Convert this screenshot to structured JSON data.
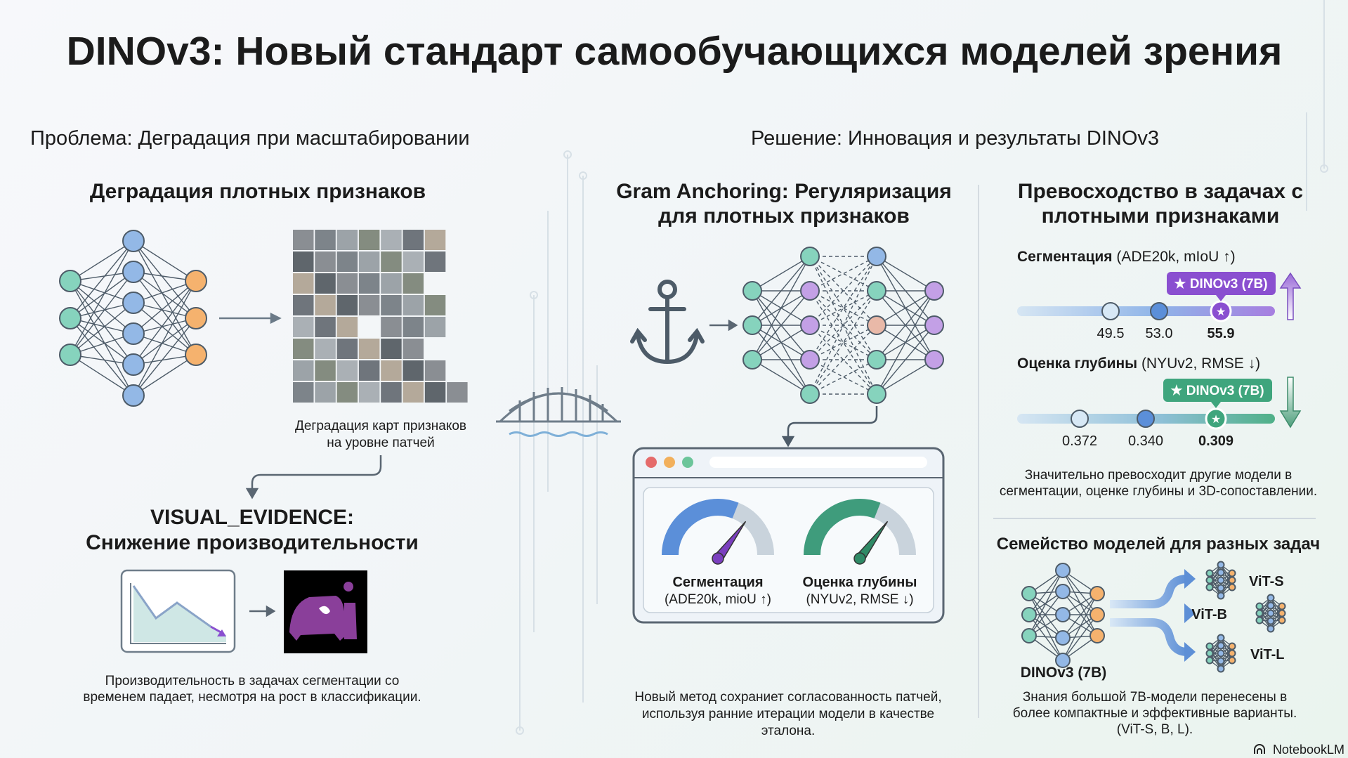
{
  "title": "DINOv3: Новый стандарт самообучающихся моделей зрения",
  "left": {
    "heading": "Проблема: Деградация при масштабировании",
    "section_title": "Деградация плотных признаков",
    "image_caption": [
      "Деградация карт признаков",
      "на уровне патчей"
    ],
    "evidence_title": [
      "VISUAL_EVIDENCE:",
      "Снижение производительности"
    ],
    "evidence_caption": [
      "Производительность в задачах сегментации со",
      "временем падает, несмотря на рост в классификации."
    ]
  },
  "right_heading": "Решение: Инновация и результаты DINOv3",
  "middle": {
    "title": [
      "Gram Anchoring: Регуляризация",
      "для плотных признаков"
    ],
    "gauges": [
      {
        "label": "Сегментация",
        "sub": "(ADE20k, mioU ↑)",
        "color": "#5b8fd9",
        "needle": "#7b3fbf"
      },
      {
        "label": "Оценка глубины",
        "sub": "(NYUv2, RMSE ↓)",
        "color": "#3f9c7c",
        "needle": "#2f8a66"
      }
    ],
    "caption": [
      "Новый метод сохраниет согласованность патчей,",
      "используя ранние итерации модели в качестве",
      "эталона."
    ]
  },
  "results": {
    "title": [
      "Превосходство в задачах с",
      "плотными признаками"
    ],
    "metrics": [
      {
        "label_bold": "Сегментация",
        "label_rest": " (ADE20k, mIoU ↑)",
        "values": [
          "49.5",
          "53.0",
          "55.9"
        ],
        "badge": "★ DINOv3 (7B)",
        "accent": "#8a4fd0"
      },
      {
        "label_bold": "Оценка глубины",
        "label_rest": " (NYUv2, RMSE ↓)",
        "values": [
          "0.372",
          "0.340",
          "0.309"
        ],
        "badge": "★ DINOv3 (7B)",
        "accent": "#3fa57d"
      }
    ],
    "caption": [
      "Значительно превосходит другие модели в",
      "сегментации, оценке глубины и 3D-сопоставлении."
    ]
  },
  "family": {
    "title": "Семейство моделей для разных задач",
    "source": "DINOv3 (7B)",
    "variants": [
      "ViT-S",
      "ViT-B",
      "ViT-L"
    ],
    "caption": [
      "Знания большой 7B-модели перенесены в",
      "более компактные и эффективные варианты.",
      "(ViT-S, B, L)."
    ]
  },
  "branding": "NotebookLM"
}
